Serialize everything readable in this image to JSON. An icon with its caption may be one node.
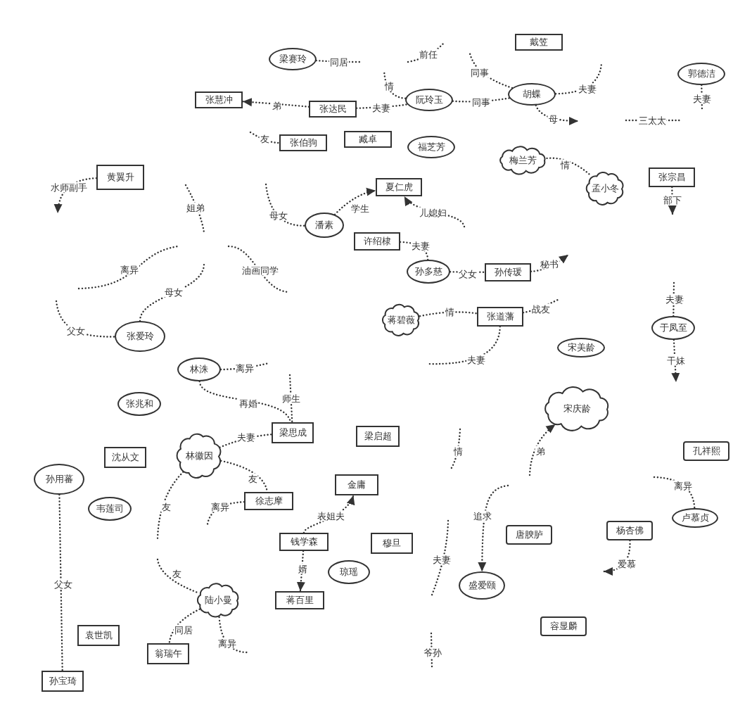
{
  "diagram": {
    "nodes": [
      {
        "text": [
          "戴笠"
        ]
      },
      {
        "text": [
          "梁赛玲"
        ]
      },
      {
        "text": [
          "郭德洁"
        ]
      },
      {
        "text": [
          "张慧冲"
        ]
      },
      {
        "text": [
          "张达民"
        ]
      },
      {
        "text": [
          "阮玲玉"
        ]
      },
      {
        "text": [
          "胡蝶"
        ]
      },
      {
        "text": [
          "张伯驹"
        ]
      },
      {
        "text": [
          "臧卓"
        ]
      },
      {
        "text": [
          "福芝芳"
        ]
      },
      {
        "text": [
          "梅兰芳"
        ]
      },
      {
        "text": [
          "黄翼升"
        ]
      },
      {
        "text": [
          "张宗昌"
        ]
      },
      {
        "text": [
          "孟小冬"
        ]
      },
      {
        "text": [
          "夏仁虎"
        ]
      },
      {
        "text": [
          "潘素"
        ]
      },
      {
        "text": [
          "许绍棣"
        ]
      },
      {
        "text": [
          "孙多慈"
        ]
      },
      {
        "text": [
          "孙传瑗"
        ]
      },
      {
        "text": [
          "蒋碧薇"
        ]
      },
      {
        "text": [
          "张道藩"
        ]
      },
      {
        "text": [
          "张爱玲"
        ]
      },
      {
        "text": [
          "宋美龄"
        ]
      },
      {
        "text": [
          "于凤至"
        ]
      },
      {
        "text": [
          "林洙"
        ]
      },
      {
        "text": [
          "张兆和"
        ]
      },
      {
        "text": [
          "宋庆龄"
        ]
      },
      {
        "text": [
          "梁思成"
        ]
      },
      {
        "text": [
          "梁启超"
        ]
      },
      {
        "text": [
          "孔祥熙"
        ]
      },
      {
        "text": [
          "沈从文"
        ]
      },
      {
        "text": [
          "林徽因"
        ]
      },
      {
        "text": [
          "孙用蕃"
        ]
      },
      {
        "text": [
          "韦莲司"
        ]
      },
      {
        "text": [
          "金庸"
        ]
      },
      {
        "text": [
          "徐志摩"
        ]
      },
      {
        "text": [
          "卢慕贞"
        ]
      },
      {
        "text": [
          "杨杏佛"
        ]
      },
      {
        "text": [
          "唐腴胪"
        ]
      },
      {
        "text": [
          "钱学森"
        ]
      },
      {
        "text": [
          "穆旦"
        ]
      },
      {
        "text": [
          "琼瑶"
        ]
      },
      {
        "text": [
          "盛爱颐"
        ]
      },
      {
        "text": [
          "蒋百里"
        ]
      },
      {
        "text": [
          "陆小曼"
        ]
      },
      {
        "text": [
          "容显麟"
        ]
      },
      {
        "text": [
          "袁世凯"
        ]
      },
      {
        "text": [
          "翁瑞午"
        ]
      },
      {
        "text": [
          "孙宝琦"
        ]
      }
    ],
    "edges": [
      {
        "from": 1,
        "to": null,
        "arrow": "none",
        "label": "同居"
      },
      {
        "from": 4,
        "to": 3,
        "arrow": "to",
        "label": "弟"
      },
      {
        "from": 4,
        "to": 5,
        "arrow": "none",
        "label": "夫妻"
      },
      {
        "from": 5,
        "to": null,
        "arrow": "none",
        "label": "情"
      },
      {
        "from": 5,
        "to": 6,
        "arrow": "none",
        "label": "同事"
      },
      {
        "from": 6,
        "to": null,
        "arrow": "none",
        "label": "同事"
      },
      {
        "from": 6,
        "to": null,
        "arrow": "none",
        "label": "夫妻"
      },
      {
        "from": 6,
        "to": null,
        "arrow": "to",
        "label": "母"
      },
      {
        "from": 2,
        "to": null,
        "arrow": "none",
        "label": "夫妻"
      },
      {
        "from": null,
        "to": 7,
        "arrow": "none",
        "label": "友"
      },
      {
        "from": 11,
        "to": null,
        "arrow": "to",
        "label": "水师副手"
      },
      {
        "from": null,
        "to": 15,
        "arrow": "none",
        "label": "母女"
      },
      {
        "from": 15,
        "to": 14,
        "arrow": "to",
        "label": "学生"
      },
      {
        "from": null,
        "to": 14,
        "arrow": "to",
        "label": "儿媳妇"
      },
      {
        "from": 10,
        "to": 13,
        "arrow": "none",
        "label": "情"
      },
      {
        "from": 12,
        "to": null,
        "arrow": "to",
        "label": "部下"
      },
      {
        "from": 16,
        "to": 17,
        "arrow": "none",
        "label": "夫妻"
      },
      {
        "from": 17,
        "to": 18,
        "arrow": "none",
        "label": "父女"
      },
      {
        "from": 18,
        "to": null,
        "arrow": "to",
        "label": "秘书"
      },
      {
        "from": 19,
        "to": 20,
        "arrow": "none",
        "label": "情"
      },
      {
        "from": 20,
        "to": null,
        "arrow": "none",
        "label": "战友"
      },
      {
        "from": 20,
        "to": null,
        "arrow": "none",
        "label": "夫妻"
      },
      {
        "from": null,
        "to": 23,
        "arrow": "none",
        "label": "夫妻"
      },
      {
        "from": 23,
        "to": null,
        "arrow": "to",
        "label": "干妹"
      },
      {
        "from": 21,
        "to": null,
        "arrow": "none",
        "label": "母女"
      },
      {
        "from": null,
        "to": 21,
        "arrow": "none",
        "label": "父女"
      },
      {
        "from": 24,
        "to": null,
        "arrow": "none",
        "label": "离异"
      },
      {
        "from": 24,
        "to": 27,
        "arrow": "none",
        "label": "再婚"
      },
      {
        "from": null,
        "to": 27,
        "arrow": "none",
        "label": "师生"
      },
      {
        "from": 31,
        "to": 27,
        "arrow": "none",
        "label": "夫妻"
      },
      {
        "from": 31,
        "to": 35,
        "arrow": "none",
        "label": "友"
      },
      {
        "from": 35,
        "to": null,
        "arrow": "none",
        "label": "离异"
      },
      {
        "from": 31,
        "to": null,
        "arrow": "none",
        "label": "友"
      },
      {
        "from": null,
        "to": 44,
        "arrow": "none",
        "label": "友"
      },
      {
        "from": 44,
        "to": 47,
        "arrow": "none",
        "label": "同居"
      },
      {
        "from": 44,
        "to": null,
        "arrow": "none",
        "label": "离异"
      },
      {
        "from": 39,
        "to": 34,
        "arrow": "to",
        "label": "表姐夫"
      },
      {
        "from": 39,
        "to": 43,
        "arrow": "to",
        "label": "婿"
      },
      {
        "from": 32,
        "to": 48,
        "arrow": "none",
        "label": "父女"
      },
      {
        "from": null,
        "to": 26,
        "arrow": "to",
        "label": "弟"
      },
      {
        "from": null,
        "to": 42,
        "arrow": "to",
        "label": "追求"
      },
      {
        "from": null,
        "to": 36,
        "arrow": "none",
        "label": "离异"
      },
      {
        "from": 37,
        "to": null,
        "arrow": "to",
        "label": "爱慕"
      }
    ],
    "labels": [
      "前任",
      "三太太",
      "姐弟",
      "离异",
      "油画同学",
      "情",
      "夫妻",
      "爷孙"
    ]
  }
}
